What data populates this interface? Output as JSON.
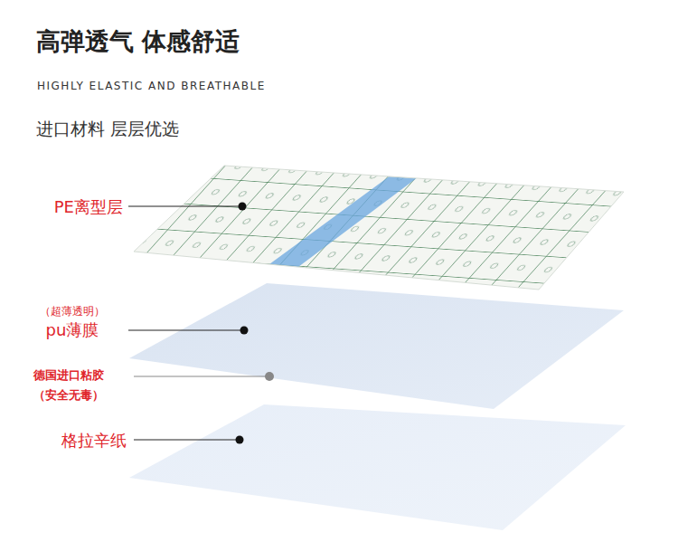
{
  "diagram": {
    "title": "高弹透气 体感舒适",
    "labels": [
      "HIGHLY ELASTIC AND BREATHABLE",
      "进口材料 层层优选",
      "PE离型层",
      "（超薄透明）",
      "pu薄膜",
      "德国进口粘胶",
      "（安全无毒）",
      "格拉辛纸"
    ]
  }
}
